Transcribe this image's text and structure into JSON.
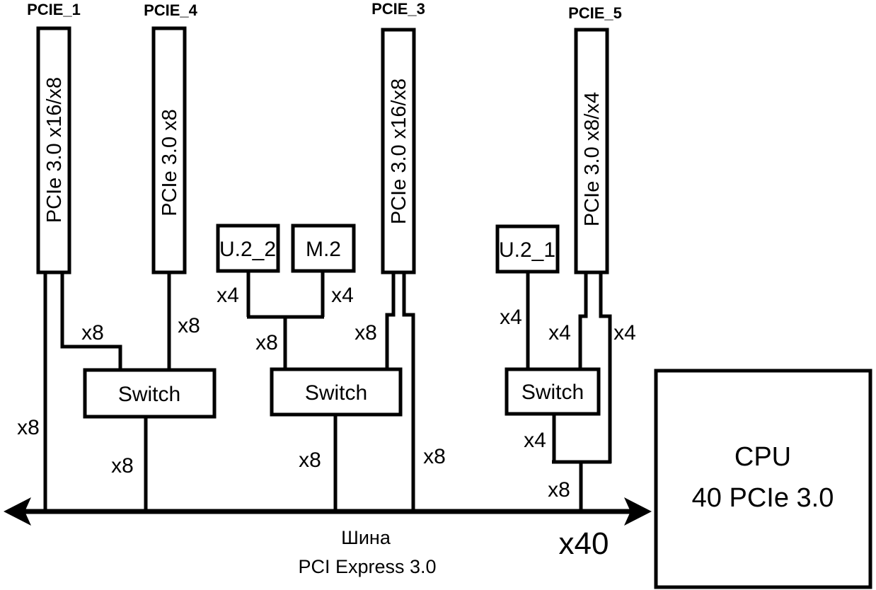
{
  "diagram": {
    "slots": [
      {
        "name": "PCIE_1",
        "spec": "PCIe 3.0 x16/x8"
      },
      {
        "name": "PCIE_4",
        "spec": "PCIe 3.0 x8"
      },
      {
        "name": "PCIE_3",
        "spec": "PCIe 3.0 x16/x8"
      },
      {
        "name": "PCIE_5",
        "spec": "PCIe 3.0 x8/x4"
      }
    ],
    "devices": [
      {
        "name": "U.2_2"
      },
      {
        "name": "M.2"
      },
      {
        "name": "U.2_1"
      }
    ],
    "switches": [
      {
        "name": "Switch"
      },
      {
        "name": "Switch"
      },
      {
        "name": "Switch"
      }
    ],
    "cpu": {
      "title": "CPU",
      "subtitle": "40 PCIe 3.0"
    },
    "bus": {
      "name_line1": "Шина",
      "name_line2": "PCI Express 3.0",
      "lanes": "x40"
    },
    "lane_labels": {
      "slot1_to_bus": "x8",
      "slot1_to_switch1": "x8",
      "slot4_to_switch1": "x8",
      "switch1_to_bus": "x8",
      "u2_2_down": "x4",
      "m2_down": "x4",
      "merge_to_switch2": "x8",
      "slot3_to_switch2": "x8",
      "slot3_to_bus": "x8",
      "switch2_to_bus": "x8",
      "u2_1_to_switch3": "x4",
      "slot5_to_switch3": "x4",
      "slot5_down": "x4",
      "switch3_down": "x4",
      "merge_to_bus": "x8"
    },
    "colors": {
      "line": "#000000",
      "fill": "#ffffff"
    }
  }
}
